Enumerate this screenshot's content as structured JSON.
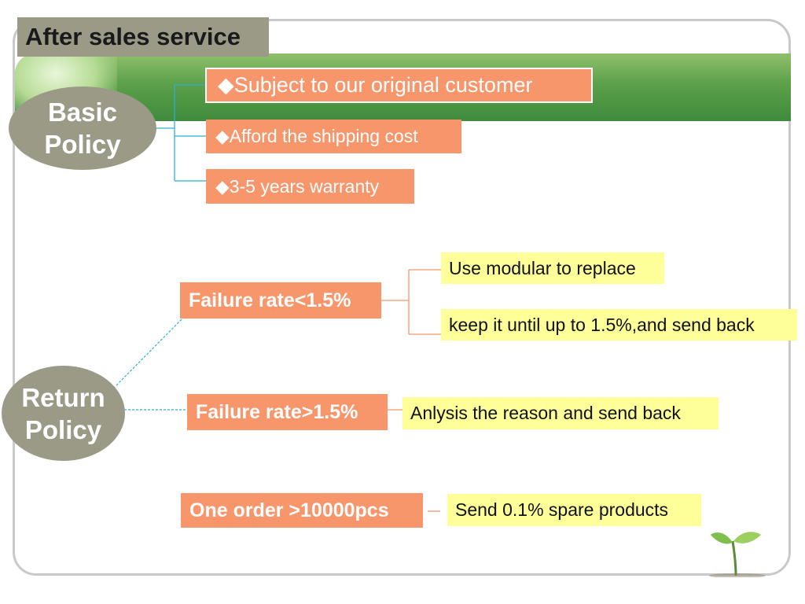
{
  "title": "After sales service",
  "basic_policy": {
    "label": "Basic\nPolicy",
    "items": [
      "◆Subject to our original customer",
      "◆Afford the shipping cost",
      "◆3-5 years warranty"
    ]
  },
  "return_policy": {
    "label": "Return\nPolicy",
    "conditions": [
      {
        "label": "Failure rate<1.5%",
        "actions": [
          "Use modular to replace",
          "keep it until up to 1.5%,and send back"
        ]
      },
      {
        "label": "Failure rate>1.5%",
        "actions": [
          "Anlysis the reason and send back"
        ]
      },
      {
        "label": "One order >10000pcs",
        "actions": [
          "Send 0.1% spare products"
        ]
      }
    ]
  },
  "colors": {
    "title_bg": "#9a9a86",
    "ellipse": "#9b9a86",
    "orange_box": "#f7956b",
    "yellow_box": "#ffff99",
    "banner_green": "#5ca04a",
    "connector_blue": "#2ab0d8",
    "connector_orange": "#f7956b"
  }
}
